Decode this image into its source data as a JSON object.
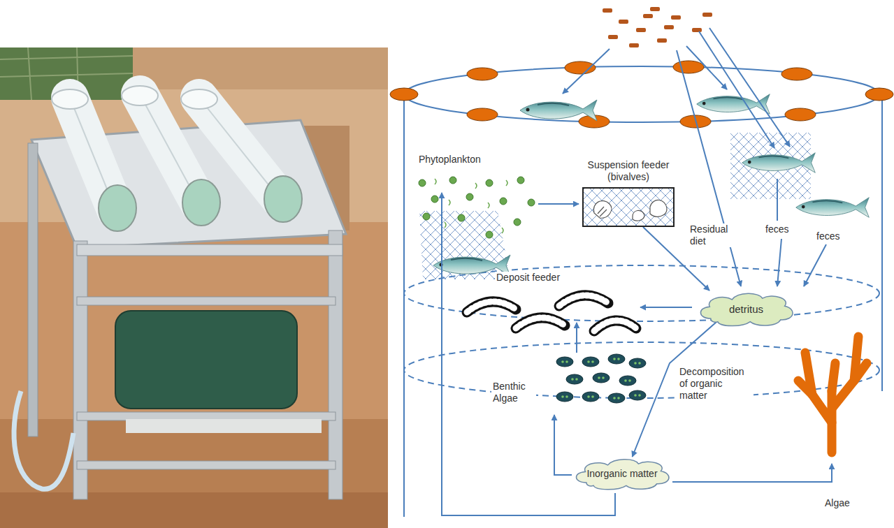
{
  "diagram": {
    "nodes": [
      {
        "text": [
          "Suspension feeder (bivalves)"
        ]
      },
      {
        "text": [
          "detritus"
        ]
      },
      {
        "text": [
          "Inorganic matter"
        ]
      }
    ],
    "edges": [
      {
        "from": 0,
        "to": 1,
        "arrow": "to"
      },
      {
        "from": 1,
        "to": 2,
        "arrow": "to",
        "label": "Decomposition of organic matter"
      }
    ],
    "labels": [
      "Phytoplankton",
      "Residual diet",
      "feces",
      "feces",
      "Deposit feeder",
      "Benthic Algae",
      "Algae"
    ]
  }
}
